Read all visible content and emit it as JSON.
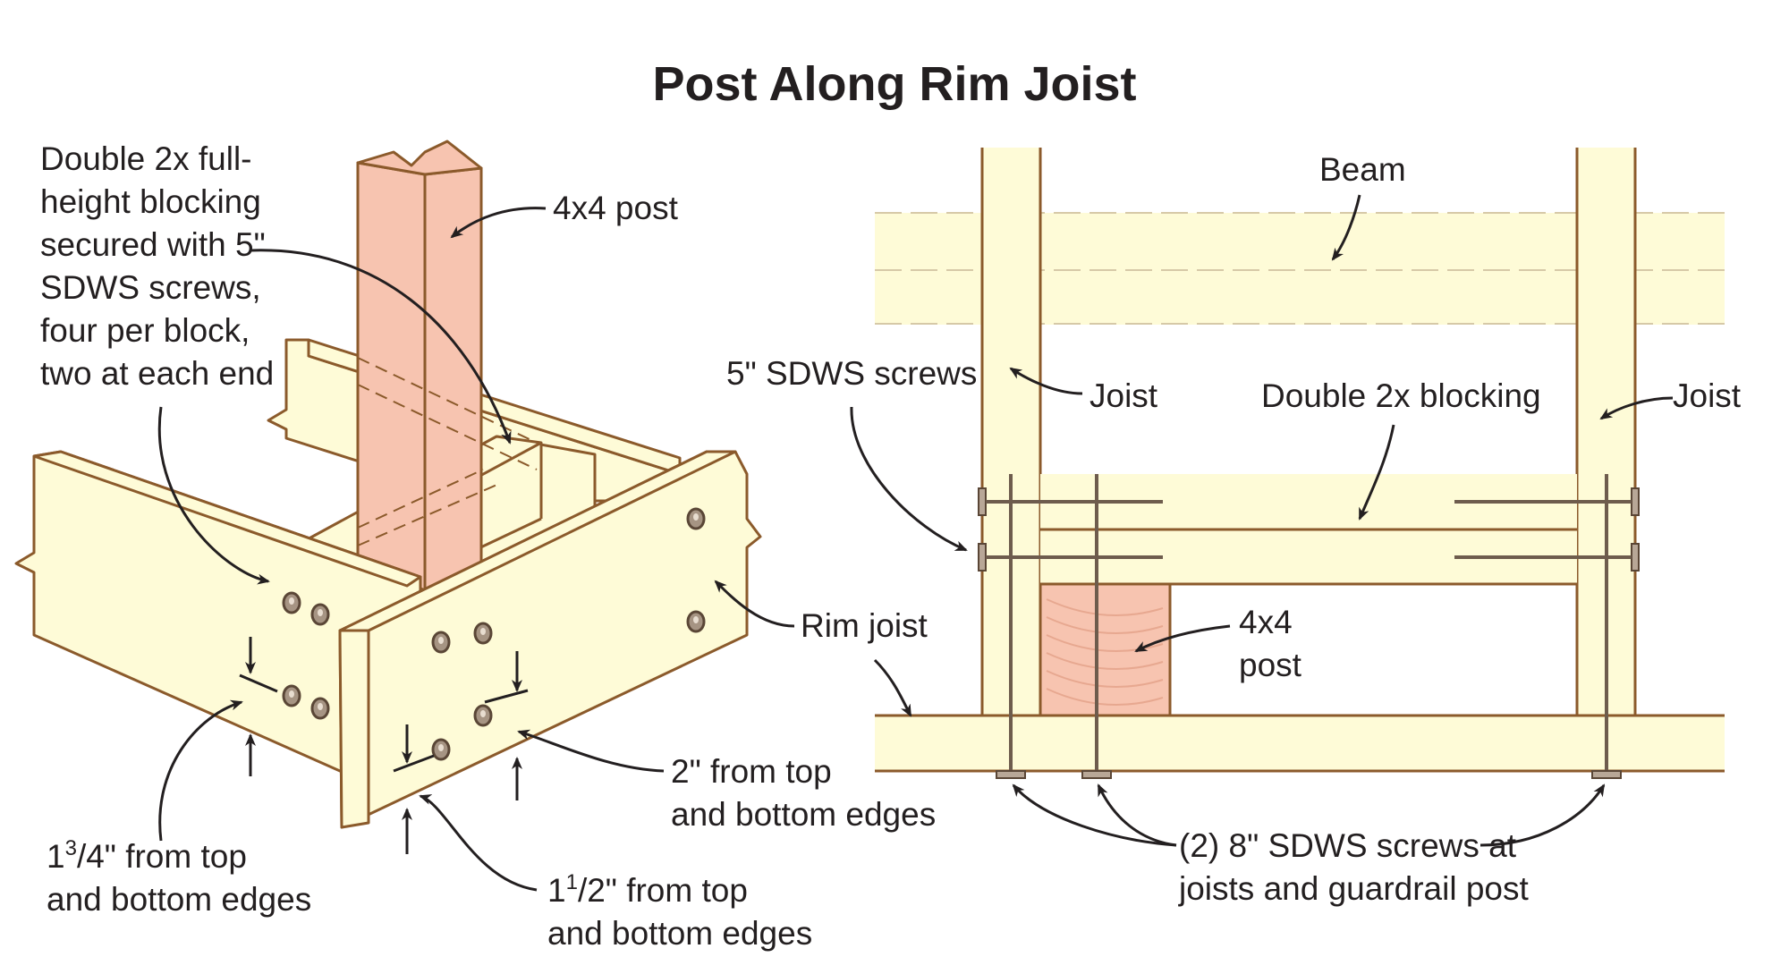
{
  "title": "Post Along Rim Joist",
  "left_view": {
    "blocking_callout": [
      "Double 2x full-",
      "height blocking",
      "secured with 5\"",
      "SDWS screws,",
      "four per block,",
      "two at each end"
    ],
    "post_label": "4x4 post",
    "rim_joist_label": "Rim joist",
    "dim_2in": [
      "2\" from top",
      "and bottom edges"
    ],
    "dim_1_3_4": {
      "whole": "1",
      "num": "3",
      "den": "4",
      "rest": "\" from top",
      "line2": "and bottom edges"
    },
    "dim_1_1_2": {
      "whole": "1",
      "num": "1",
      "den": "2",
      "rest": "\" from top",
      "line2": "and bottom edges"
    }
  },
  "right_view": {
    "beam_label": "Beam",
    "screws_label": "5\" SDWS screws",
    "joist_left_label": "Joist",
    "joist_right_label": "Joist",
    "blocking_label": "Double 2x blocking",
    "post_label": [
      "4x4",
      "post"
    ],
    "long_screws_label": [
      "(2) 8\" SDWS screws at",
      "joists and guardrail post"
    ]
  },
  "colors": {
    "wood": "#fefbd7",
    "wood_edge": "#8b5a2b",
    "post": "#f7c4b0",
    "text": "#231f20",
    "fastener": "#a69483"
  },
  "icons": [
    "arrow-leader",
    "bolt-head",
    "sdws-screw"
  ]
}
